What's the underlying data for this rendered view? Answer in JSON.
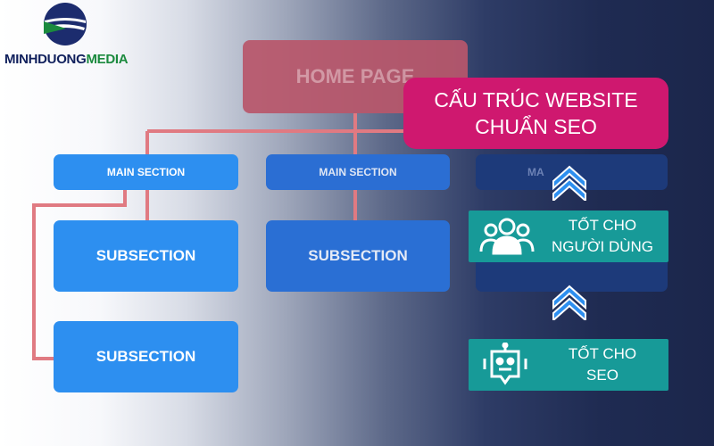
{
  "logo": {
    "text_part1": "MINHDUONG",
    "text_part2": "MEDIA"
  },
  "sitemap": {
    "home": "HOME PAGE",
    "main_sections": [
      "MAIN SECTION",
      "MAIN SECTION",
      "MA"
    ],
    "subsections": [
      "SUBSECTION",
      "SUBSECTION",
      "SUBSECTION"
    ]
  },
  "callout": {
    "title_line1": "CẤU TRÚC WEBSITE",
    "title_line2": "CHUẨN SEO",
    "users_line1": "TỐT CHO",
    "users_line2": "NGƯỜI DÙNG",
    "seo_line1": "TỐT CHO",
    "seo_line2": "SEO"
  },
  "colors": {
    "home": "#b9576b",
    "connector": "#e07a82",
    "section_blue": "#2d8ff0",
    "title_magenta": "#cf186f",
    "callout_teal": "#179a98",
    "logo_navy": "#10205c",
    "logo_green": "#1b8a3e"
  },
  "icons": [
    "users-icon",
    "robot-chat-icon",
    "chevron-up-double-icon"
  ]
}
